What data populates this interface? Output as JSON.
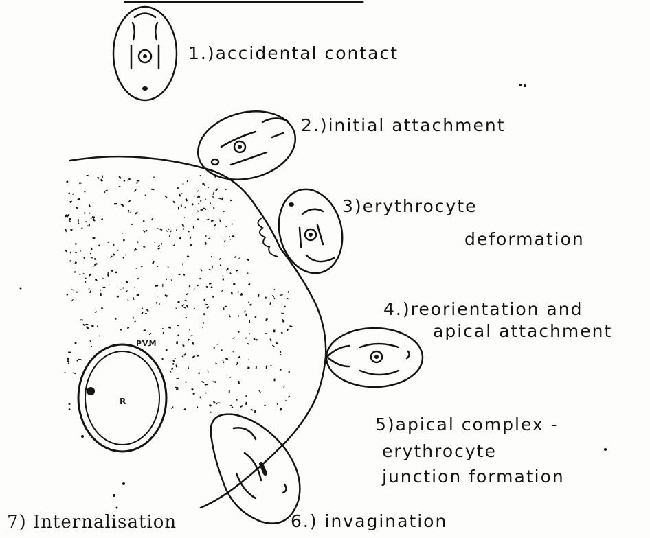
{
  "diagram": {
    "steps": [
      {
        "id": 1,
        "label": "1.)accidental contact"
      },
      {
        "id": 2,
        "label": "2.)initial attachment"
      },
      {
        "id": 3,
        "label_line1": "3)erythrocyte",
        "label_line2": "deformation"
      },
      {
        "id": 4,
        "label_line1": "4.)reorientation and",
        "label_line2": "apical attachment"
      },
      {
        "id": 5,
        "label_line1": "5)apical complex -",
        "label_line2": "erythrocyte",
        "label_line3": "junction formation"
      },
      {
        "id": 6,
        "label": "6.) invagination"
      },
      {
        "id": 7,
        "label": "7) Internalisation"
      }
    ],
    "pvm_label": "PVM",
    "parasite_mark": "R"
  },
  "colors": {
    "ink": "#141414",
    "paper": "#fdfdfb"
  }
}
